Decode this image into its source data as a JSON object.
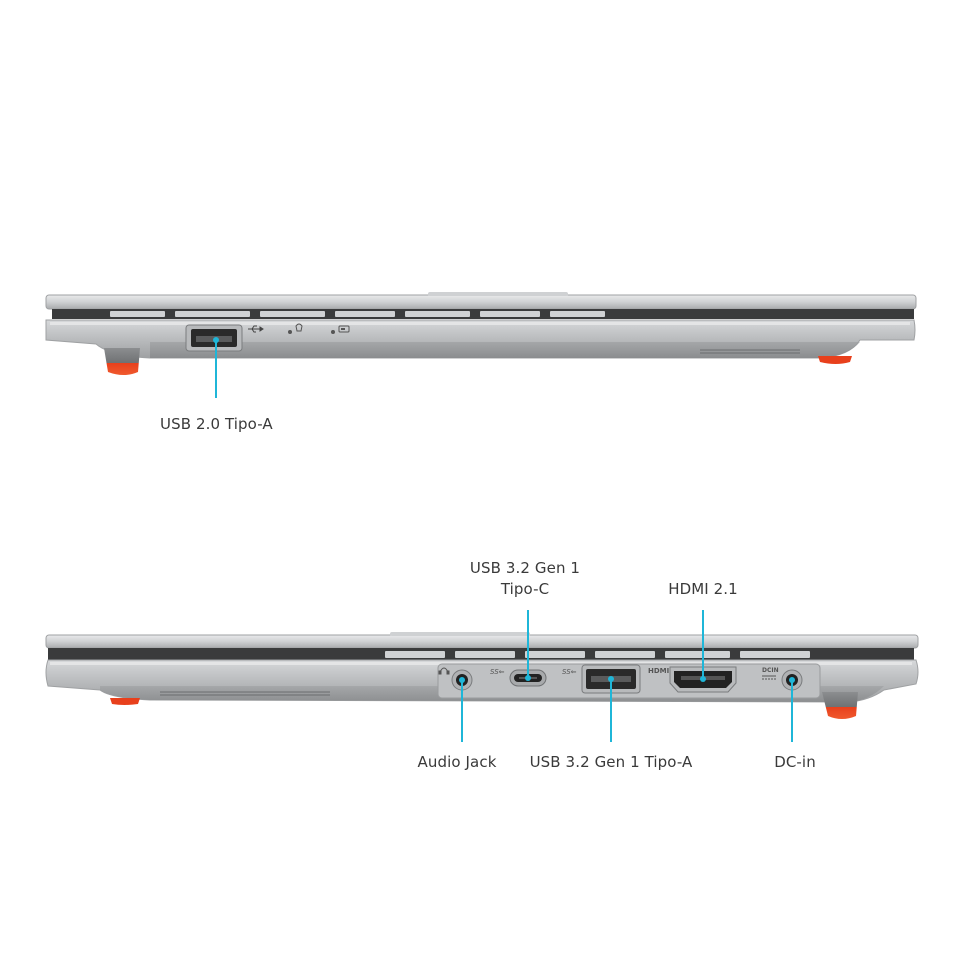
{
  "left_side": {
    "ports": [
      {
        "id": "usb2",
        "label": "USB 2.0 Tipo-A",
        "icon": "usb-icon"
      }
    ],
    "indicators": [
      "power-light-icon",
      "battery-light-icon"
    ]
  },
  "right_side": {
    "ports": [
      {
        "id": "audio",
        "label": "Audio Jack",
        "icon": "headphone-icon"
      },
      {
        "id": "usbc",
        "label_line1": "USB 3.2 Gen 1",
        "label_line2": "Tipo-C",
        "icon": "usb-ss-icon"
      },
      {
        "id": "usba3",
        "label": "USB 3.2 Gen 1 Tipo-A",
        "icon": "usb-ss-icon"
      },
      {
        "id": "hdmi",
        "label": "HDMI 2.1",
        "port_text": "HDMI"
      },
      {
        "id": "dcin",
        "label": "DC-in",
        "port_text": "DCIN"
      }
    ]
  },
  "colors": {
    "callout": "#1fb6d8",
    "foot": "#e8401c",
    "chassis": "#c9cbcd",
    "chassis_dark": "#8e9092",
    "port": "#2a2a2a"
  }
}
